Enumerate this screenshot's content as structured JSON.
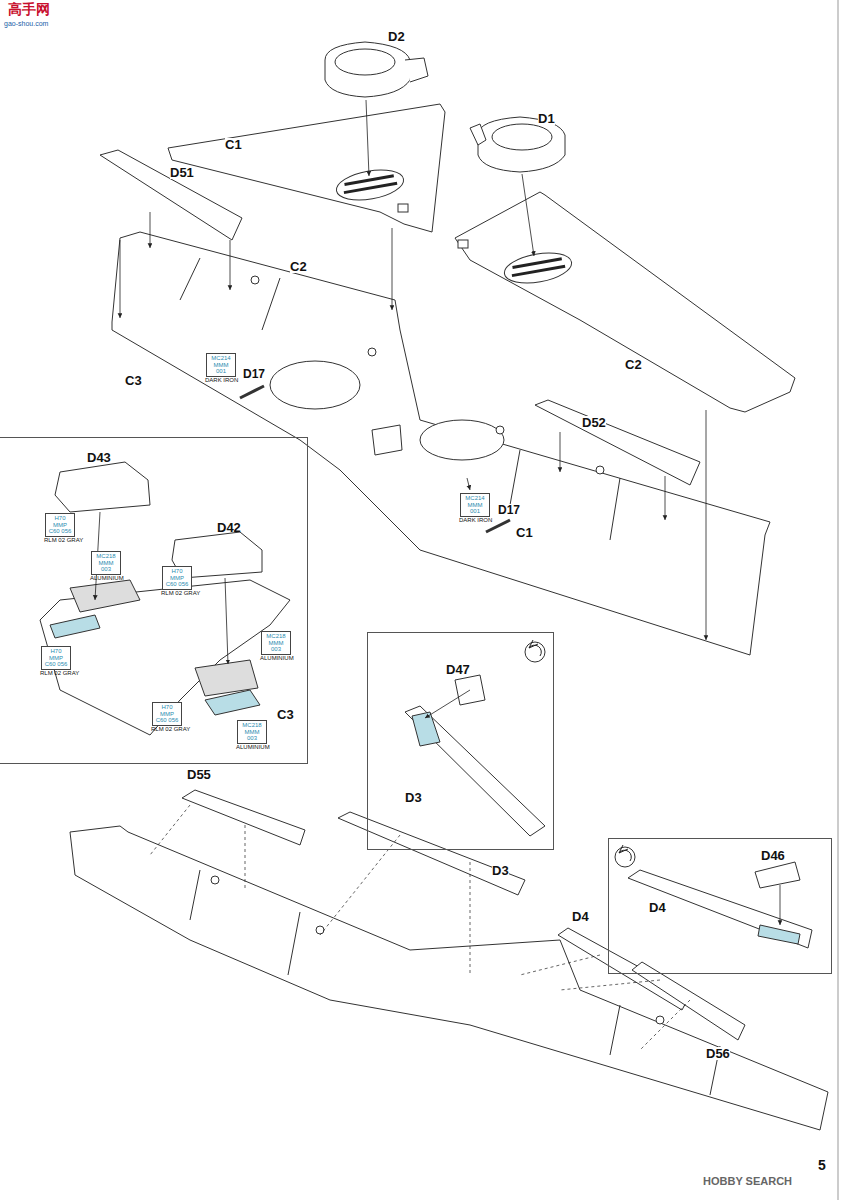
{
  "diagram": {
    "nodes": [
      {
        "text": [
          "MC214 MMM 001",
          "DARK IRON"
        ]
      },
      {
        "text": [
          "D43",
          "D42",
          "C3"
        ]
      },
      {
        "text": [
          "H70 MMP C60 056",
          "RLM 02 GRAY"
        ],
        "in": 1
      },
      {
        "text": [
          "MC218 MMM 003",
          "ALUMINIUM"
        ],
        "in": 1
      },
      {
        "text": [
          "H70 MMP C60 056",
          "RLM 02 GRAY"
        ],
        "in": 1
      },
      {
        "text": [
          "MC218 MMM 003",
          "ALUMINIUM"
        ],
        "in": 1
      },
      {
        "text": [
          "H70 MMP C60 056",
          "RLM 02 GRAY"
        ],
        "in": 1
      },
      {
        "text": [
          "H70 MMP C60 056",
          "RLM 02 GRAY"
        ],
        "in": 1
      },
      {
        "text": [
          "MC218 MMM 003",
          "ALUMINIUM"
        ],
        "in": 1
      },
      {
        "text": [
          "MC214 MMM 001",
          "DARK IRON"
        ]
      },
      {
        "text": [
          "D47",
          "D3"
        ]
      },
      {
        "text": [
          "D46",
          "D4"
        ]
      }
    ],
    "labels": [
      "高手网",
      "gao-shou.com",
      "D2",
      "D1",
      "C1",
      "D51",
      "C2",
      "C2",
      "C3",
      "D17",
      "D52",
      "D17",
      "C1",
      "D55",
      "D3",
      "D4",
      "D56",
      "5",
      "HOBBY SEARCH"
    ]
  }
}
